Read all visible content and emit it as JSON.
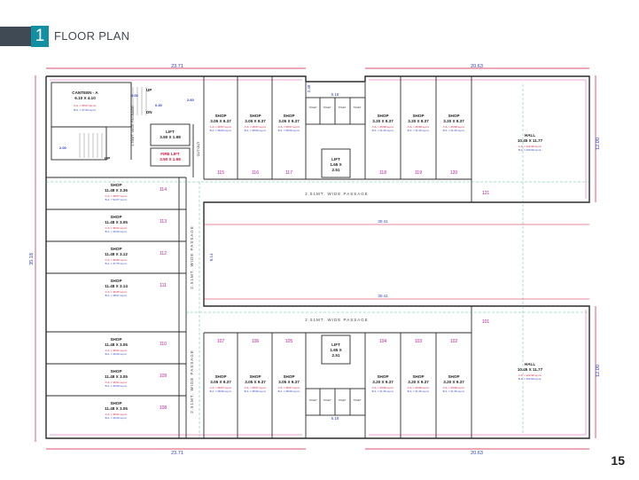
{
  "header": {
    "number": "1",
    "title": "FLOOR PLAN"
  },
  "page_number": "15",
  "dimensions": {
    "top_left": "23.71",
    "top_right": "20.63",
    "bottom_left": "23.71",
    "bottom_right": "20.63",
    "left_height": "35.18",
    "right_upper": "12.00",
    "right_lower": "12.00",
    "mid_span_upper": "30.41",
    "mid_span_lower": "30.41",
    "passage_height": "8.14",
    "lift_top_gap": "5.18",
    "lift_bottom_gap": "5.18",
    "stair_width": "2.48"
  },
  "passages": {
    "upper": "2.51MT. WIDE PASSAGE",
    "lower": "2.51MT. WIDE PASSAGE",
    "left_vertical": "2.51MT. WIDE PASSAGE",
    "stair_vertical": "1.50MT. WIDE PASSAGE"
  },
  "canteen": {
    "name": "CANTEEN - A",
    "size": "6.10 X 4.10",
    "ca": "C.A. = 25.07 sq.mt.",
    "ba": "B.A. = 37.60 sq.mt."
  },
  "lift_main": {
    "name": "LIFT",
    "size": "3.50 X 1.98"
  },
  "fire_lift": {
    "name": "FIRE LIFT",
    "size": "3.50 X 1.98"
  },
  "lift_upper": {
    "name": "LIFT",
    "size": "1.65 X",
    "size2": "2.51"
  },
  "lift_lower": {
    "name": "LIFT",
    "size": "1.65 X",
    "size2": "2.51"
  },
  "cut_out": "CUT OUT",
  "stair_labels": {
    "up": "UP",
    "dn": "DN",
    "w1": "3.00",
    "w2": "0.30",
    "w3": "2.00",
    "w4": "2.60"
  },
  "top_shops": [
    {
      "name": "SHOP",
      "size": "3.05 X 9.37",
      "ca": "C.A. = 28.57 sq.mt.",
      "ba": "B.A. = 38.09 sq.mt.",
      "no": "115"
    },
    {
      "name": "SHOP",
      "size": "3.05 X 9.37",
      "ca": "C.A. = 28.57 sq.mt.",
      "ba": "B.A. = 38.09 sq.mt.",
      "no": "116"
    },
    {
      "name": "SHOP",
      "size": "3.05 X 9.37",
      "ca": "C.A. = 28.57 sq.mt.",
      "ba": "B.A. = 38.09 sq.mt.",
      "no": "117"
    },
    {
      "name": "SHOP",
      "size": "3.20 X 9.37",
      "ca": "C.A. = 29.98 sq.mt.",
      "ba": "B.A. = 31.46 sq.mt.",
      "no": "118"
    },
    {
      "name": "SHOP",
      "size": "3.20 X 9.37",
      "ca": "C.A. = 29.98 sq.mt.",
      "ba": "B.A. = 31.46 sq.mt.",
      "no": "119"
    },
    {
      "name": "SHOP",
      "size": "3.20 X 9.37",
      "ca": "C.A. = 29.98 sq.mt.",
      "ba": "B.A. = 31.46 sq.mt.",
      "no": "120"
    }
  ],
  "bottom_shops": [
    {
      "name": "SHOP",
      "size": "3.05 X 9.37",
      "ca": "C.A. = 28.57 sq.mt.",
      "ba": "B.A. = 38.09 sq.mt.",
      "no": "107"
    },
    {
      "name": "SHOP",
      "size": "3.05 X 9.37",
      "ca": "C.A. = 28.57 sq.mt.",
      "ba": "B.A. = 38.09 sq.mt.",
      "no": "106"
    },
    {
      "name": "SHOP",
      "size": "3.05 X 9.37",
      "ca": "C.A. = 28.57 sq.mt.",
      "ba": "B.A. = 38.09 sq.mt.",
      "no": "105"
    },
    {
      "name": "SHOP",
      "size": "3.20 X 9.37",
      "ca": "C.A. = 29.98 sq.mt.",
      "ba": "B.A. = 31.46 sq.mt.",
      "no": "104"
    },
    {
      "name": "SHOP",
      "size": "3.20 X 9.37",
      "ca": "C.A. = 29.98 sq.mt.",
      "ba": "B.A. = 31.46 sq.mt.",
      "no": "103"
    },
    {
      "name": "SHOP",
      "size": "3.20 X 9.37",
      "ca": "C.A. = 29.98 sq.mt.",
      "ba": "B.A. = 31.46 sq.mt.",
      "no": "102"
    }
  ],
  "left_shops": [
    {
      "name": "SHOP",
      "size": "11.48 X 3.36",
      "ca": "C.A. = 38.57 sq.mt.",
      "ba": "B.A. = 52.67 sq.mt.",
      "no": "114"
    },
    {
      "name": "SHOP",
      "size": "11.48 X 3.05",
      "ca": "C.A. = 35.01 sq.mt.",
      "ba": "B.A. = 46.69 sq.mt.",
      "no": "113"
    },
    {
      "name": "SHOP",
      "size": "11.48 X 3.12",
      "ca": "C.A. = 35.82 sq.mt.",
      "ba": "B.A. = 47.76 sq.mt.",
      "no": "112"
    },
    {
      "name": "SHOP",
      "size": "11.48 X 3.14",
      "ca": "C.A. = 36.05 sq.mt.",
      "ba": "B.A. = 48.07 sq.mt.",
      "no": "111"
    },
    {
      "name": "SHOP",
      "size": "11.48 X 3.05",
      "ca": "C.A. = 35.01 sq.mt.",
      "ba": "B.A. = 46.69 sq.mt.",
      "no": "110"
    },
    {
      "name": "SHOP",
      "size": "11.48 X 3.05",
      "ca": "C.A. = 35.01 sq.mt.",
      "ba": "B.A. = 46.69 sq.mt.",
      "no": "109"
    },
    {
      "name": "SHOP",
      "size": "11.48 X 3.05",
      "ca": "C.A. = 35.01 sq.mt.",
      "ba": "B.A. = 46.69 sq.mt.",
      "no": "108"
    }
  ],
  "hall_top": {
    "name": "HALL",
    "size": "10.45 X 11.77",
    "ca": "C.A. = 122.99 sq.mt.",
    "ba": "B.A. = 163.99 sq.mt.",
    "no": "121"
  },
  "hall_bottom": {
    "name": "HALL",
    "size": "10.45 X 11.77",
    "ca": "C.A. = 122.99 sq.mt.",
    "ba": "B.A. = 163.99 sq.mt.",
    "no": "101"
  },
  "toilet_label": "TOILET",
  "colors": {
    "wall": "#2b2b2b",
    "dimension_red": "#d2143a",
    "dimension_blue": "#2a3fc4",
    "shop_number": "#c0189a",
    "header_teal": "#138fa3"
  }
}
